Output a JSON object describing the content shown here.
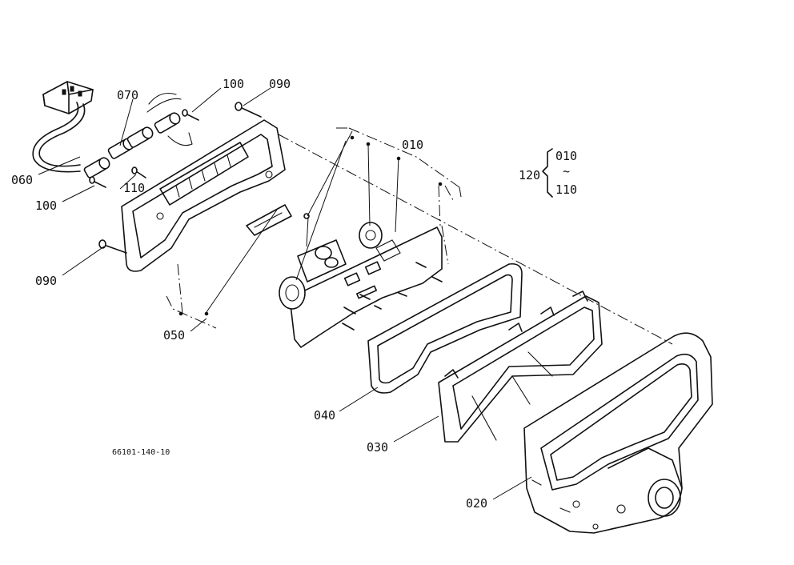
{
  "callouts": {
    "c010": "010",
    "c020": "020",
    "c030": "030",
    "c040": "040",
    "c050": "050",
    "c060": "060",
    "c070": "070",
    "c090a": "090",
    "c090b": "090",
    "c100a": "100",
    "c100b": "100",
    "c110": "110"
  },
  "range_note": {
    "group": "120",
    "from": "010",
    "tilde": "~",
    "to": "110"
  },
  "drawing_code": "66101-140-10"
}
